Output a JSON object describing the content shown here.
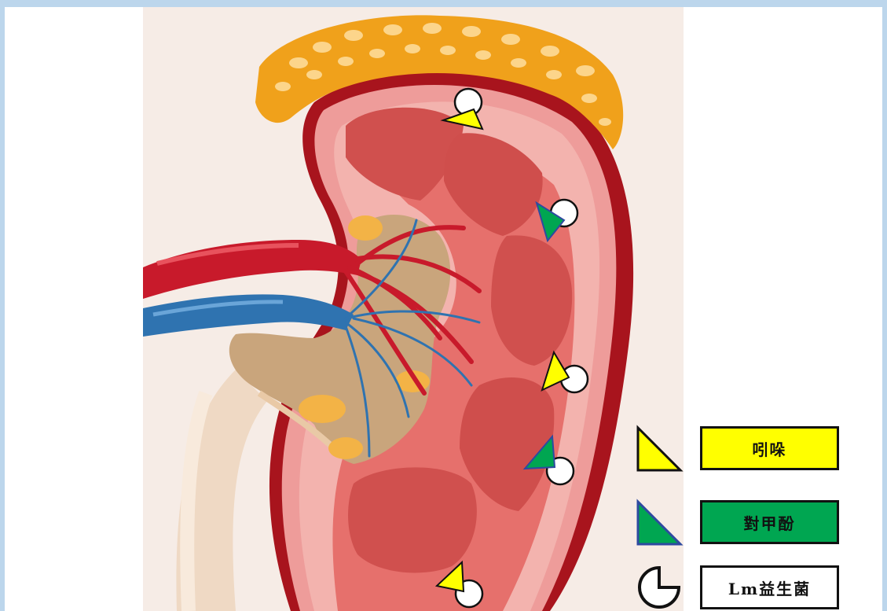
{
  "legend": {
    "items": [
      {
        "label": "吲哚",
        "color": "#ffff00",
        "symbol": "yellow-triangle-icon"
      },
      {
        "label": "對甲酚",
        "color": "#00a651",
        "symbol": "green-triangle-icon"
      },
      {
        "label": "Lm益生菌",
        "color": "#ffffff",
        "symbol": "pacman-circle-icon"
      }
    ]
  },
  "colors": {
    "frame": "#bcd6ec",
    "capsule": "#a8141d",
    "cortex": "#ee9c9a",
    "pyramid": "#d0504e",
    "adrenal": "#f0a11b",
    "artery": "#c81a2b",
    "vein": "#2f73b0",
    "pelvis": "#c9a57c",
    "indole": "#ffff00",
    "cresol": "#00a651"
  }
}
